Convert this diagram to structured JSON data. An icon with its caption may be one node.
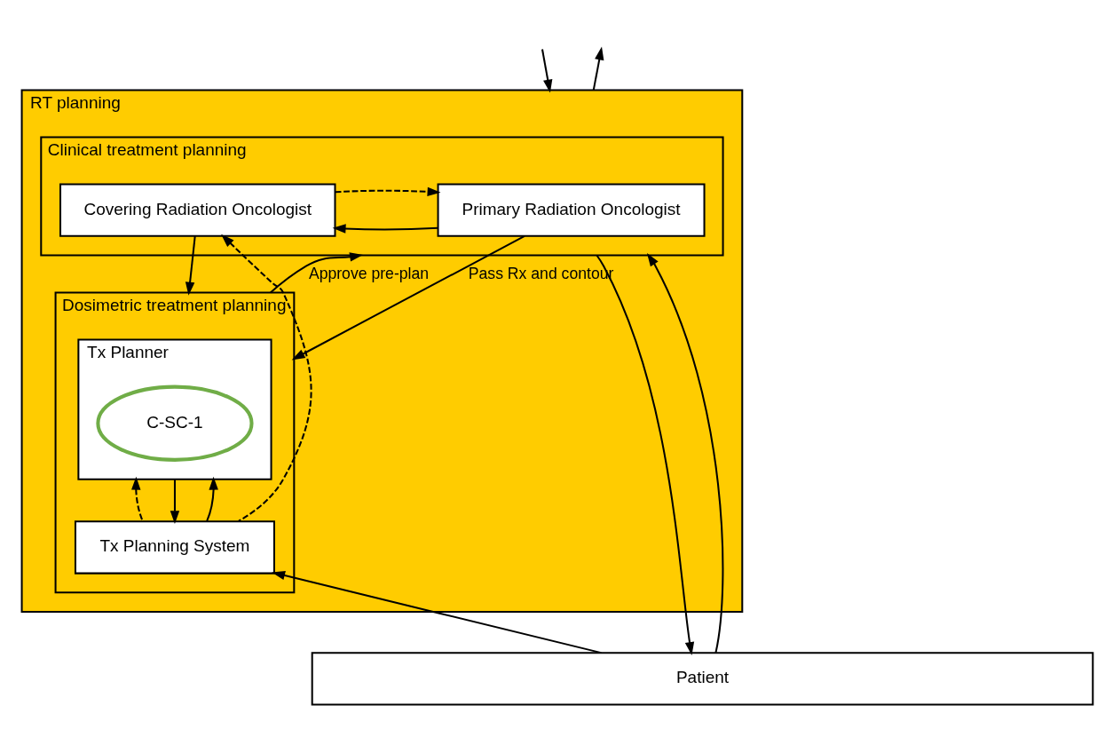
{
  "diagram": {
    "nodes": [
      {
        "text": [
          "RT planning"
        ]
      },
      {
        "text": [
          "Clinical treatment planning"
        ],
        "in": 0
      },
      {
        "text": [
          "Primary Radiation Oncologist"
        ],
        "in": 1
      },
      {
        "text": [
          "Covering Radiation Oncologist"
        ],
        "in": 1
      },
      {
        "text": [
          "Dosimetric treatment planning"
        ],
        "in": 0
      },
      {
        "text": [
          "Tx Planner"
        ],
        "in": 4
      },
      {
        "text": [
          "C-SC-1"
        ],
        "in": 5
      },
      {
        "text": [
          "Tx Planning System"
        ],
        "in": 4
      },
      {
        "text": [
          "Patient"
        ]
      }
    ],
    "edges": [
      {
        "from": null,
        "to": 0,
        "arrow": "to"
      },
      {
        "from": 0,
        "to": null,
        "arrow": "to"
      },
      {
        "from": 2,
        "to": 3,
        "arrow": "to"
      },
      {
        "from": 3,
        "to": 2,
        "arrow": "to",
        "style": "dashed"
      },
      {
        "from": 2,
        "to": 4,
        "arrow": "to",
        "label": "Pass Rx and contour"
      },
      {
        "from": 4,
        "to": 1,
        "arrow": "to",
        "label": "Approve pre-plan"
      },
      {
        "from": 3,
        "to": 4,
        "arrow": "to"
      },
      {
        "from": 7,
        "to": 3,
        "arrow": "to",
        "style": "dashed"
      },
      {
        "from": 7,
        "to": 5,
        "arrow": "to",
        "style": "dashed"
      },
      {
        "from": 5,
        "to": 7,
        "arrow": "to"
      },
      {
        "from": 7,
        "to": 5,
        "arrow": "to"
      },
      {
        "from": 8,
        "to": 7,
        "arrow": "to"
      },
      {
        "from": 1,
        "to": 8,
        "arrow": "to"
      },
      {
        "from": 8,
        "to": 1,
        "arrow": "to"
      }
    ]
  }
}
